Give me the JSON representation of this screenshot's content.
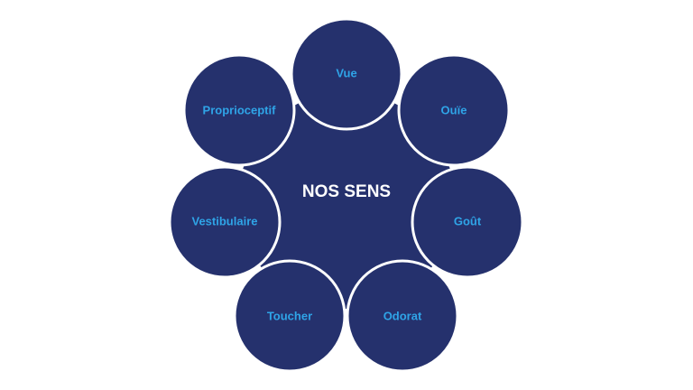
{
  "diagram": {
    "center_label": "NOS SENS",
    "senses": [
      {
        "label": "Vue"
      },
      {
        "label": "Ouïe"
      },
      {
        "label": "Goût"
      },
      {
        "label": "Odorat"
      },
      {
        "label": "Toucher"
      },
      {
        "label": "Vestibulaire"
      },
      {
        "label": "Proprioceptif"
      }
    ],
    "colors": {
      "circle_fill": "#25316d",
      "circle_stroke": "#ffffff",
      "label_text": "#2fa4e7",
      "center_text": "#ffffff",
      "background": "#ffffff"
    }
  }
}
